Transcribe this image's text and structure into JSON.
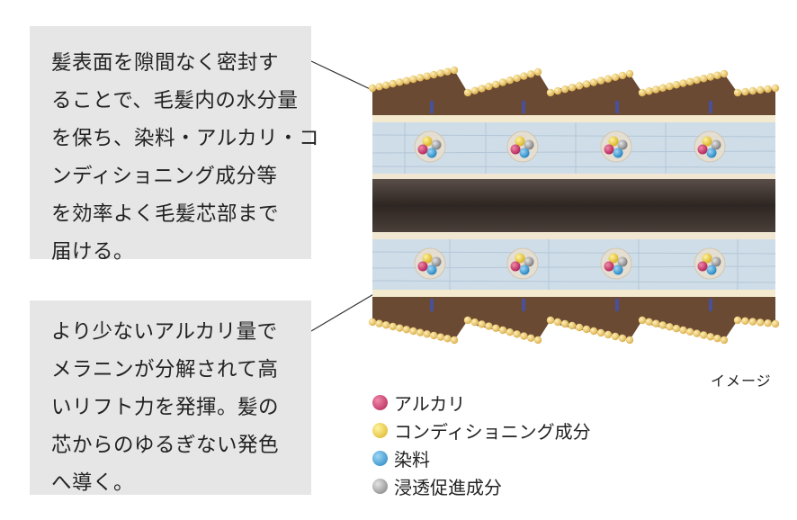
{
  "callout_top": {
    "lines": [
      "髪表面を隙間なく密封す",
      "ることで、毛髪内の水分量",
      "を保ち、染料・アルカリ・コ",
      "ンディショニング成分等",
      "を効率よく毛髪芯部まで",
      "届ける。"
    ]
  },
  "callout_bottom": {
    "lines": [
      "より少ないアルカリ量で",
      "メラニンが分解されて高",
      "いリフト力を発揮。髪の",
      "芯からのゆるぎない発色",
      "へ導く。"
    ]
  },
  "caption": "イメージ",
  "legend": [
    {
      "label": "アルカリ",
      "color": "#c8326a"
    },
    {
      "label": "コンディショニング成分",
      "color": "#f0d23c"
    },
    {
      "label": "染料",
      "color": "#3b9fd6"
    },
    {
      "label": "浸透促進成分",
      "color": "#9a9a9a"
    }
  ],
  "colors": {
    "cuticle": "#6b4a33",
    "beads": "#e8c56a",
    "cortex": "#cfdde8",
    "core": "#3a302b",
    "box": "#e6e6e6"
  }
}
